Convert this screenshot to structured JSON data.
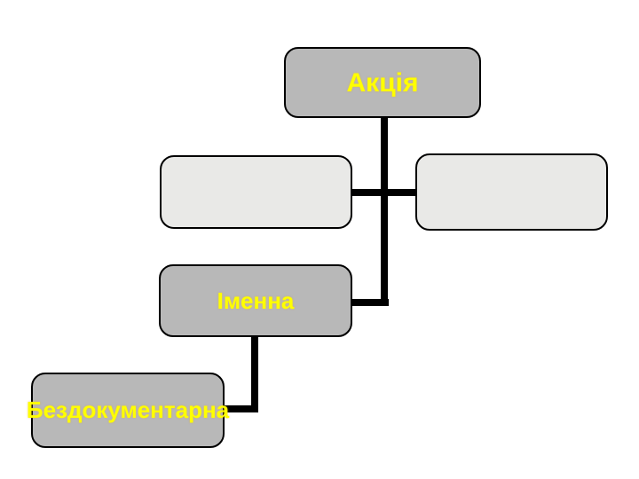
{
  "diagram": {
    "type": "hierarchy",
    "nodes": [
      {
        "id": "root",
        "label": "Акція",
        "style": "gray-filled"
      },
      {
        "id": "child-left",
        "label": "",
        "style": "light-empty"
      },
      {
        "id": "child-right",
        "label": "",
        "style": "light-empty"
      },
      {
        "id": "imenna",
        "label": "Іменна",
        "style": "gray-filled"
      },
      {
        "id": "bezdokumentarna",
        "label": "Бездокументарна",
        "style": "gray-filled"
      }
    ],
    "connections": [
      {
        "from": "root",
        "to": "child-left",
        "via": "stem-and-crossbar"
      },
      {
        "from": "root",
        "to": "child-right",
        "via": "stem-and-crossbar"
      },
      {
        "from": "root",
        "to": "imenna",
        "via": "stem-and-elbow"
      },
      {
        "from": "imenna",
        "to": "bezdokumentarna",
        "via": "stem-and-elbow"
      }
    ],
    "colors": {
      "canvas_bg": "#ffffff",
      "node_gray": "#b8b8b8",
      "node_light_gray": "#e9e9e7",
      "label_yellow": "#ffff00",
      "connector_black": "#000000"
    }
  }
}
